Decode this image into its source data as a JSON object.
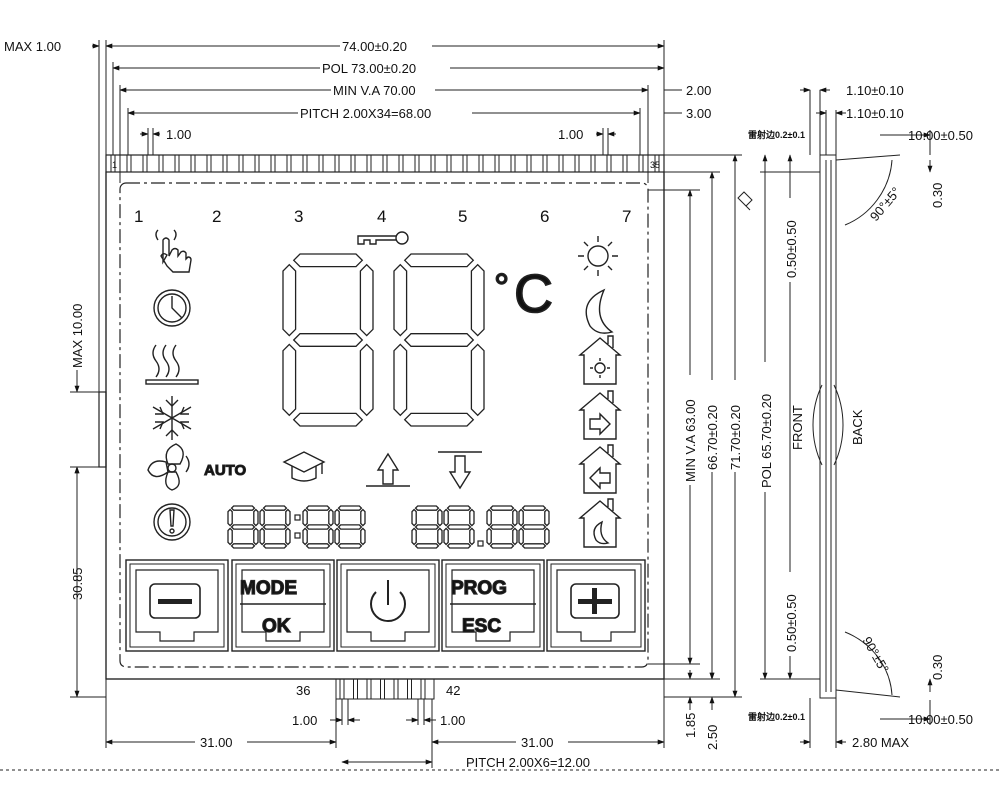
{
  "top_dims": {
    "max_left": "MAX 1.00",
    "overall": "74.00±0.20",
    "pol": "POL 73.00±0.20",
    "min_va": "MIN V.A 70.00",
    "pitch": "PITCH 2.00X34=68.00",
    "right1": "2.00",
    "right2": "3.00",
    "pin_pitch_left": "1.00",
    "pin_pitch_right": "1.00",
    "pin_first": "1",
    "pin_last": "35"
  },
  "left_dims": {
    "max10": "MAX 10.00",
    "v3085": "30.85"
  },
  "right_dims": {
    "min_va": "MIN V.A 63.00",
    "h6670": "66.70±0.20",
    "h7170": "71.70±0.20"
  },
  "bottom_dims": {
    "pin36": "36",
    "pin42": "42",
    "pitch_left": "1.00",
    "pitch_right": "1.00",
    "left31": "31.00",
    "right31": "31.00",
    "pitch6": "PITCH 2.00X6=12.00",
    "v185": "1.85",
    "v250": "2.50"
  },
  "side_view": {
    "t110a": "1.10±0.10",
    "t110b": "1.10±0.10",
    "t10a": "10.00±0.50",
    "t10b": "10.00±0.50",
    "angle_top": "90°±5°",
    "angle_bottom": "90°±5°",
    "t030a": "0.30",
    "t030b": "0.30",
    "t050a": "0.50±0.50",
    "t050b": "0.50±0.50",
    "pol6570": "POL 65.70±0.20",
    "front": "FRONT",
    "back": "BACK",
    "note_top": "雷射边0.2±0.1",
    "note_bottom": "雷射边0.2±0.1",
    "max280": "2.80 MAX"
  },
  "display": {
    "zones": [
      "1",
      "2",
      "3",
      "4",
      "5",
      "6",
      "7"
    ],
    "degree": "°",
    "celsius": "C",
    "auto": "AUTO",
    "btn_minus": "—",
    "btn_mode": "MODE",
    "btn_ok": "OK",
    "btn_prog": "PROG",
    "btn_esc": "ESC",
    "btn_plus": "+"
  },
  "icons": [
    "hand-pointer-icon",
    "clock-icon",
    "heat-waves-icon",
    "snowflake-icon",
    "fan-icon",
    "alert-icon",
    "key-icon",
    "graduation-cap-icon",
    "up-arrow-icon",
    "down-arrow-icon",
    "sun-icon",
    "moon-icon",
    "house-sun-icon",
    "house-right-arrow-icon",
    "house-left-arrow-icon",
    "house-moon-icon"
  ]
}
